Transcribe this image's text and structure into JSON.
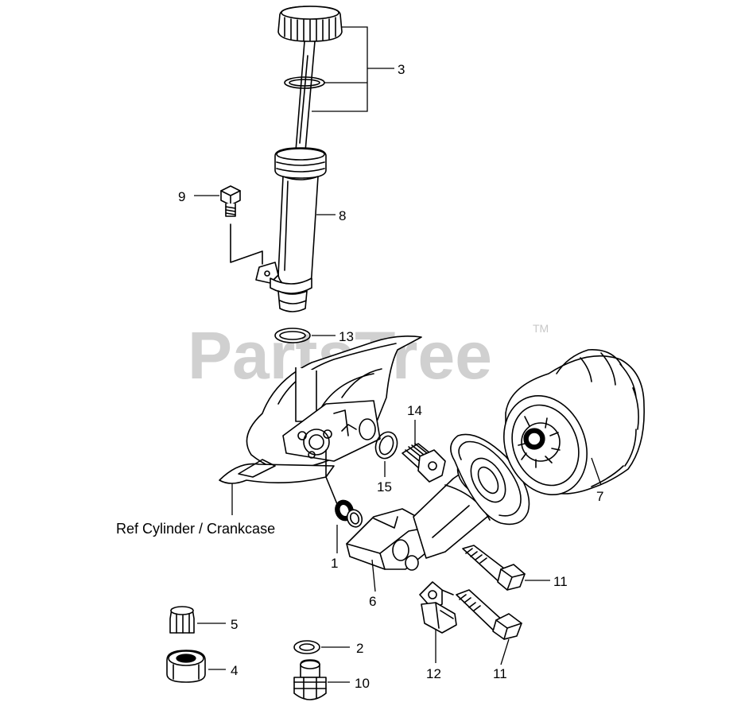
{
  "watermark": {
    "text": "PartsTree",
    "trademark": "TM"
  },
  "reference_label": "Ref Cylinder / Crankcase",
  "callouts": {
    "c1": "1",
    "c2": "2",
    "c3": "3",
    "c4": "4",
    "c5": "5",
    "c6": "6",
    "c7": "7",
    "c8": "8",
    "c9": "9",
    "c10": "10",
    "c11a": "11",
    "c11b": "11",
    "c12": "12",
    "c13": "13",
    "c14": "14",
    "c15": "15"
  }
}
